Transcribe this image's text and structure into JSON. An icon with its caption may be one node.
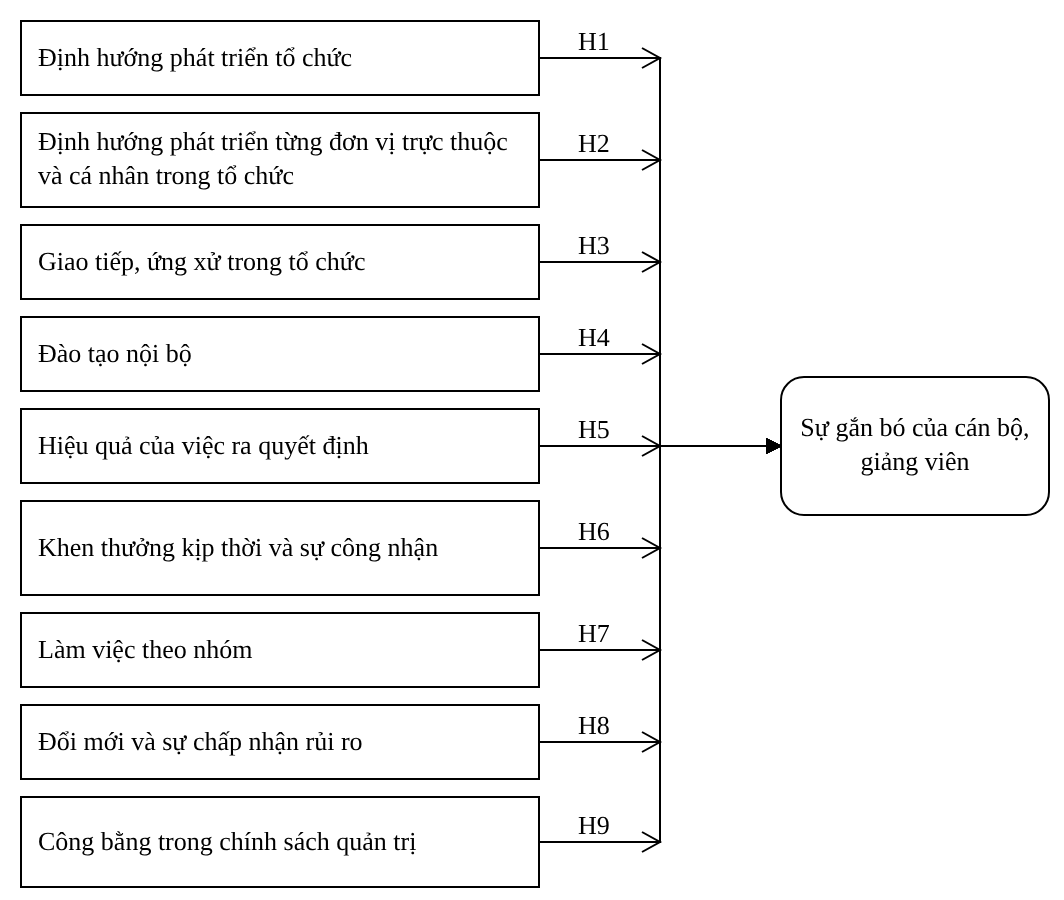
{
  "diagram": {
    "nodes": [
      {
        "text": [
          "Định hướng phát triển tổ chức"
        ]
      },
      {
        "text": [
          "Định hướng phát triển từng đơn vị trực thuộc và cá nhân trong tổ chức"
        ]
      },
      {
        "text": [
          "Giao tiếp, ứng xử trong tổ chức"
        ]
      },
      {
        "text": [
          "Đào tạo nội bộ"
        ]
      },
      {
        "text": [
          "Hiệu quả của việc ra quyết định"
        ]
      },
      {
        "text": [
          "Khen thưởng kịp thời và sự công nhận"
        ]
      },
      {
        "text": [
          "Làm việc theo nhóm"
        ]
      },
      {
        "text": [
          "Đổi mới và sự chấp nhận rủi ro"
        ]
      },
      {
        "text": [
          "Công bằng trong chính sách quản trị"
        ]
      },
      {
        "text": [
          "Sự gắn bó của cán bộ, giảng viên"
        ]
      }
    ],
    "edges": [
      {
        "from": 0,
        "to": 9,
        "arrow": "to",
        "label": "H1"
      },
      {
        "from": 1,
        "to": 9,
        "arrow": "to",
        "label": "H2"
      },
      {
        "from": 2,
        "to": 9,
        "arrow": "to",
        "label": "H3"
      },
      {
        "from": 3,
        "to": 9,
        "arrow": "to",
        "label": "H4"
      },
      {
        "from": 4,
        "to": 9,
        "arrow": "to",
        "label": "H5"
      },
      {
        "from": 5,
        "to": 9,
        "arrow": "to",
        "label": "H6"
      },
      {
        "from": 6,
        "to": 9,
        "arrow": "to",
        "label": "H7"
      },
      {
        "from": 7,
        "to": 9,
        "arrow": "to",
        "label": "H8"
      },
      {
        "from": 8,
        "to": 9,
        "arrow": "to",
        "label": "H9"
      }
    ]
  }
}
